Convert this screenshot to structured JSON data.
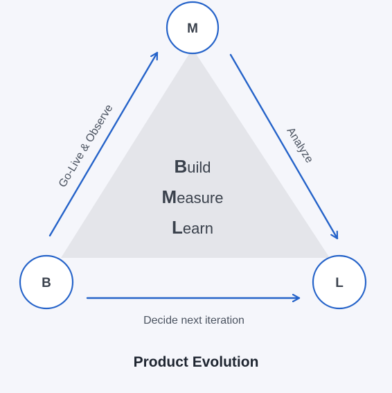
{
  "colors": {
    "background": "#f5f6fb",
    "triangle_fill": "#e4e5ea",
    "accent": "#2563c9",
    "node_fill": "#ffffff",
    "text_dark": "#3a414c",
    "text_muted": "#4b5360"
  },
  "nodes": {
    "m": {
      "label": "M"
    },
    "b": {
      "label": "B"
    },
    "l": {
      "label": "L"
    }
  },
  "edges": {
    "b_to_m": {
      "label": "Go-Live & Observe"
    },
    "m_to_l": {
      "label": "Analyze"
    },
    "b_to_l": {
      "label": "Decide next iteration"
    }
  },
  "center": {
    "lines": [
      {
        "initial": "B",
        "rest": "uild"
      },
      {
        "initial": "M",
        "rest": "easure"
      },
      {
        "initial": "L",
        "rest": "earn"
      }
    ]
  },
  "caption": "Product Evolution"
}
